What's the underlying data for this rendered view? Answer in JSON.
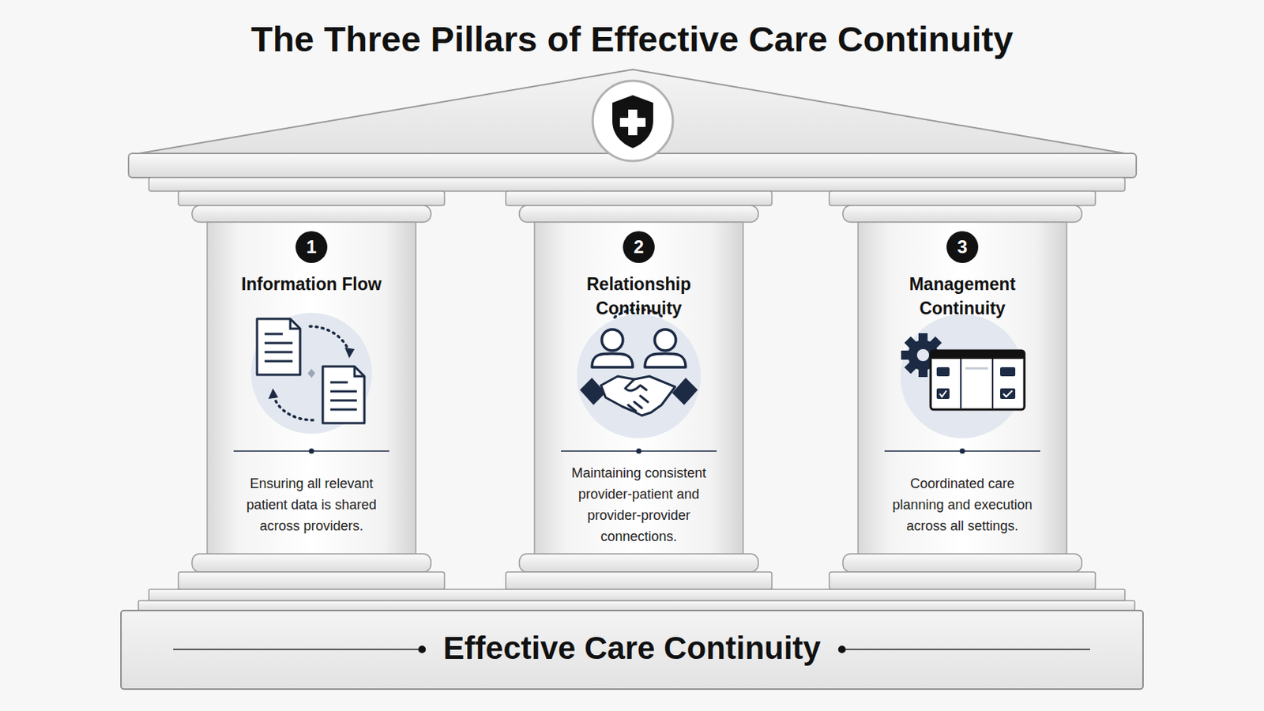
{
  "diagram": {
    "title": "The Three Pillars of Effective Care Continuity",
    "nodes": [
      {
        "text": [
          "Information Flow",
          "Ensuring all relevant patient data is shared across providers."
        ]
      },
      {
        "text": [
          "1"
        ],
        "in": 0
      },
      {
        "text": [
          "Relationship Continuity",
          "Maintaining consistent provider-patient and provider-provider connections."
        ]
      },
      {
        "text": [
          "2"
        ],
        "in": 2
      },
      {
        "text": [
          "Management Continuity",
          "Coordinated care planning and execution across all settings."
        ]
      },
      {
        "text": [
          "3"
        ],
        "in": 4
      },
      {
        "text": [
          "Effective Care Continuity"
        ]
      }
    ]
  }
}
